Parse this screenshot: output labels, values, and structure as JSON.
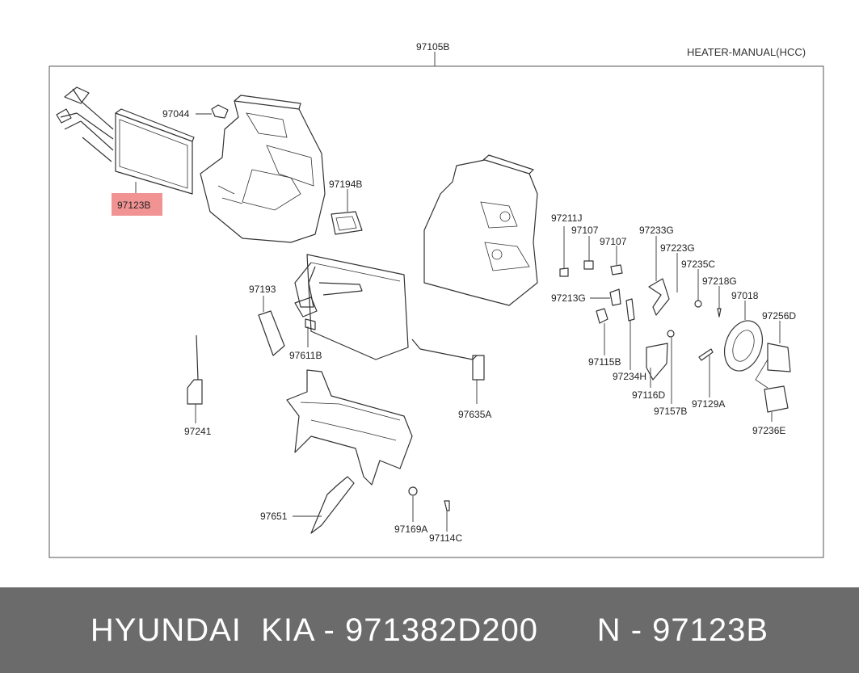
{
  "header": {
    "assembly_number": "97105B",
    "title": "HEATER-MANUAL(HCC)"
  },
  "highlight": {
    "label": "97123B",
    "color": "#f08080"
  },
  "parts": {
    "p97044": "97044",
    "p97194B": "97194B",
    "p97193": "97193",
    "p97611B": "97611B",
    "p97241": "97241",
    "p97635A": "97635A",
    "p97651": "97651",
    "p97169A": "97169A",
    "p97114C": "97114C",
    "p97211J": "97211J",
    "p97107a": "97107",
    "p97107b": "97107",
    "p97233G": "97233G",
    "p97223G": "97223G",
    "p97235C": "97235C",
    "p97218G": "97218G",
    "p97018": "97018",
    "p97256D": "97256D",
    "p97213G": "97213G",
    "p97115B": "97115B",
    "p97234H": "97234H",
    "p97116D": "97116D",
    "p97157B": "97157B",
    "p97129A": "97129A",
    "p97236E": "97236E"
  },
  "banner": {
    "brand": "HYUNDAI  KIA - 971382D200",
    "ref": "N - 97123B",
    "color": "#6b6b6b"
  }
}
